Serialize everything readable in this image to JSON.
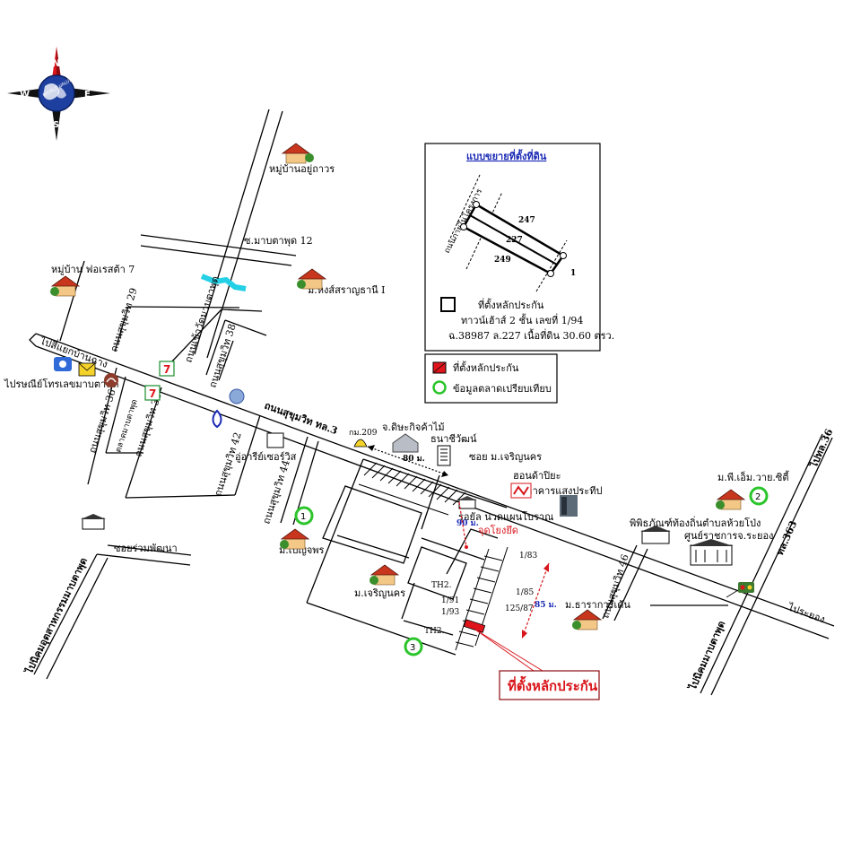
{
  "compass": {
    "north": "N",
    "south": "S",
    "east": "E",
    "west": "W",
    "logo_text": "WORLD VALUATION"
  },
  "inset": {
    "title": "แบบขยายที่ตั้งที่ดิน",
    "road_label": "ถนนภายในโครงการ",
    "lot_numbers": [
      "247",
      "227",
      "249",
      "1"
    ],
    "legend_label": "ที่ตั้งหลักประกัน",
    "description_line1": "ทาวน์เฮ้าส์ 2 ชั้น เลขที่ 1/94",
    "description_line2": "ฉ.38987 ล.227 เนื้อที่ดิน 30.60 ตรว."
  },
  "legend": {
    "collateral_label": "ที่ตั้งหลักประกัน",
    "market_label": "ข้อมูลตลาดเปรียบเทียบ",
    "collateral_color": "#e0151b",
    "market_color": "#2bc52b"
  },
  "labels": {
    "village_assura": "หมู่บ้านอยู่ถาวร",
    "soi_mabtaphut_12": "ซ.มาบตาพุด 12",
    "mo_hong_sarai": "ม.หงส์สราญธานี I",
    "village_forest7": "หมู่บ้าน ฟอเรสต้า 7",
    "to_ban_chang": "ไปสี่แยกบ้านฉาง",
    "post_office": "ไปรษณีย์โทรเลขมาบตาพุด",
    "soi29": "ถนนสุขุมวิท 29",
    "soi_wat_mabtaphut": "ถนนเข้าวัดมาบตาพุด",
    "soi38_a": "ถนนสุขุมวิท 38",
    "soi36": "ถนนสุขุมวิท 36",
    "market_mabtaphut": "ตลาดมาบตาพุด",
    "soi38_b": "ถนนสุขุมวิท 38",
    "soi42": "ถนนสุขุมวิท 42",
    "sukhumvit_road": "ถนนสุขุมวิท ทล.3",
    "km209": "กม.209",
    "jd_hardware": "จ.ดิษะกิจค้าไม้",
    "thanachiwat": "ธนาชีวัฒน์",
    "dist_80m": "80 ม.",
    "soi_mo_charoen": "ซอย ม.เจริญนคร",
    "honda": "ฮอนด้าปิยะ",
    "artsaengprateep": "อาคารแสงประทีป",
    "royal_massage": "รอยัล นวดแผนโบราณ",
    "dist_90m": "90 ม.",
    "jud_yong_yued": "จุดโยงยึด",
    "au_resort": "อู่อารีย์เซอร์วิส",
    "soi44": "ถนนสุขุมวิท 44",
    "mo_benjaphorn": "ม.เบญจพร",
    "soi_ruam_phatthana": "ซอยร่วมพัฒนา",
    "mo_charoen_nakhon": "ม.เจริญนคร",
    "th2_a": "TH2.",
    "th2_b": "TH2.",
    "lot_183": "1/83",
    "lot_185": "1/85",
    "lot_12587": "125/87",
    "lot_191": "1/91",
    "lot_193": "1/93",
    "dist_85m": "85 ม.",
    "pgm_city": "ม.พี.เอ็ม.วาย.ซิตี้",
    "museum": "พิพิธภัณฑ์ท้องถิ่นตำบลห้วยโป่ง",
    "rayong_center": "ศูนย์ราชการจ.ระยอง",
    "mo_tharakarn": "ม.ธาราการ์เด้น",
    "soi46": "ถนนสุขุมวิท 46",
    "rd3363": "ทล.363",
    "to_rd36": "ไปทล.36",
    "to_rayong": "ไประยอง",
    "to_industrial": "ไปนิคมอุตสาหกรรมมาบตาพุด",
    "to_port": "ไปนิคมมาบตาพุด",
    "collateral_callout": "ที่ตั้งหลักประกัน"
  },
  "markers": [
    "1",
    "2",
    "3"
  ]
}
